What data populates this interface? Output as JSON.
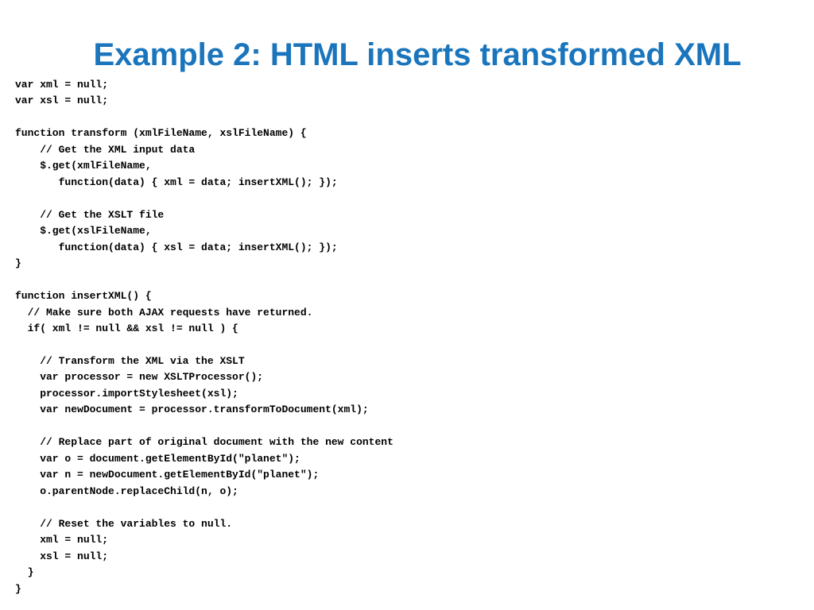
{
  "slide": {
    "title": "Example 2: HTML inserts transformed XML",
    "title_color": "#1a75bc",
    "code_lines": [
      "var xml = null;",
      "var xsl = null;",
      "",
      "function transform (xmlFileName, xslFileName) {",
      "    // Get the XML input data",
      "    $.get(xmlFileName,",
      "       function(data) { xml = data; insertXML(); });",
      "",
      "    // Get the XSLT file",
      "    $.get(xslFileName,",
      "       function(data) { xsl = data; insertXML(); });",
      "}",
      "",
      "function insertXML() {",
      "  // Make sure both AJAX requests have returned.",
      "  if( xml != null && xsl != null ) {",
      "",
      "    // Transform the XML via the XSLT",
      "    var processor = new XSLTProcessor();",
      "    processor.importStylesheet(xsl);",
      "    var newDocument = processor.transformToDocument(xml);",
      "",
      "    // Replace part of original document with the new content",
      "    var o = document.getElementById(\"planet\");",
      "    var n = newDocument.getElementById(\"planet\");",
      "    o.parentNode.replaceChild(n, o);",
      "",
      "    // Reset the variables to null.",
      "    xml = null;",
      "    xsl = null;",
      "  }",
      "}"
    ]
  }
}
